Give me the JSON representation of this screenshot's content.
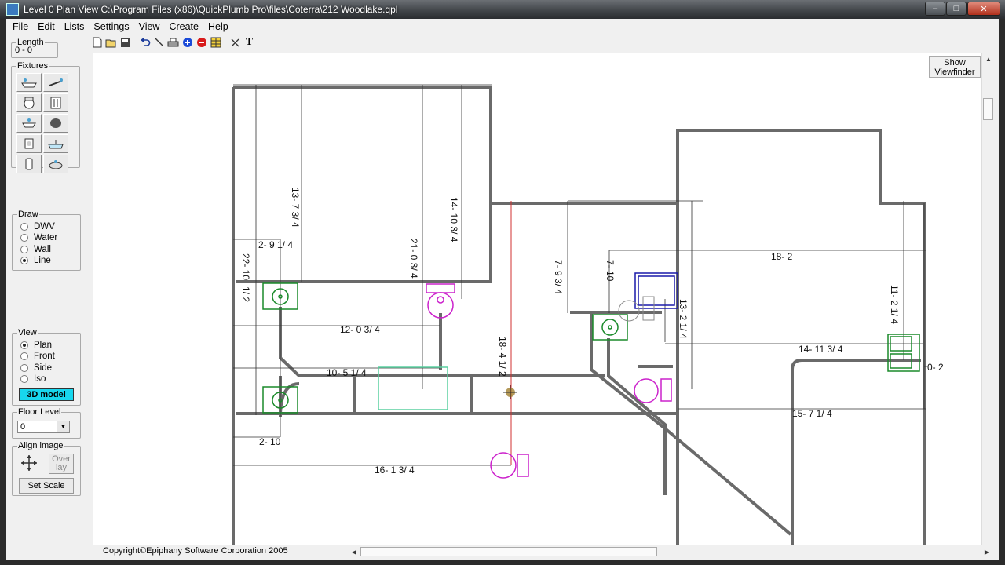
{
  "window": {
    "title": "Level 0 Plan View  C:\\Program Files (x86)\\QuickPlumb Pro\\files\\Coterra\\212 Woodlake.qpl"
  },
  "menu": [
    "File",
    "Edit",
    "Lists",
    "Settings",
    "View",
    "Create",
    "Help"
  ],
  "left_panel": {
    "length": {
      "label": "Length",
      "value": "0   - 0"
    },
    "fixtures": {
      "label": "Fixtures"
    },
    "draw": {
      "label": "Draw",
      "options": [
        {
          "label": "DWV",
          "selected": false
        },
        {
          "label": "Water",
          "selected": false
        },
        {
          "label": "Wall",
          "selected": false
        },
        {
          "label": "Line",
          "selected": true
        }
      ]
    },
    "view": {
      "label": "View",
      "options": [
        {
          "label": "Plan",
          "selected": true
        },
        {
          "label": "Front",
          "selected": false
        },
        {
          "label": "Side",
          "selected": false
        },
        {
          "label": "Iso",
          "selected": false
        }
      ],
      "model_button": "3D model"
    },
    "floor_level": {
      "label": "Floor Level",
      "value": "0"
    },
    "align_image": {
      "label": "Align image",
      "overlay": "Over lay",
      "set_scale": "Set Scale"
    }
  },
  "toolbar": {
    "icons": [
      "new-file-icon",
      "open-folder-icon",
      "save-icon",
      "undo-icon",
      "line-tool-icon",
      "print-icon",
      "add-circle-icon",
      "stop-icon",
      "grid-icon",
      "delete-x-icon",
      "text-tool-icon"
    ],
    "text_tool_glyph": "T"
  },
  "canvas": {
    "viewfinder_button": "Show Viewfinder",
    "dimensions": [
      "13- 7  3/ 4",
      "14- 10  3/ 4",
      "21- 0  3/ 4",
      "2- 9  1/ 4",
      "22- 10",
      "1/ 2",
      "12- 0  3/ 4",
      "10- 5  1/ 4",
      "18- 4  1/ 2",
      "2- 10",
      "16- 1  3/ 4",
      "7- 9  3/ 4",
      "7- 10",
      "18- 2",
      "13- 2  1/ 4",
      "11- 2  1/ 4",
      "14- 11  3/ 4",
      "0- 2",
      "15- 7  1/ 4"
    ]
  },
  "status": {
    "copyright": "Copyright©Epiphany Software Corporation 2005"
  },
  "colors": {
    "wall": "#6a6a6a",
    "fixture_green": "#1a8a2a",
    "fixture_magenta": "#cc22cc",
    "fixture_blue": "#1a1aaa",
    "model_button": "#18d7ee"
  }
}
